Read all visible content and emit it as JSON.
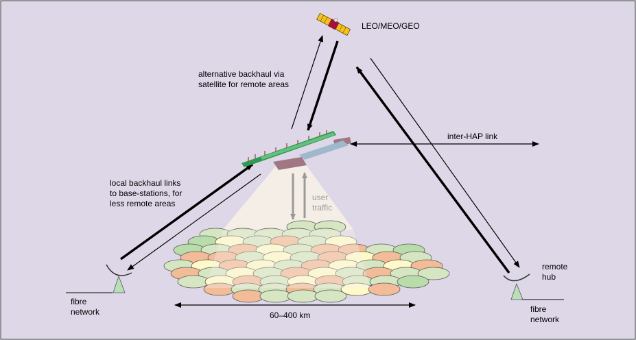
{
  "labels": {
    "satellite": "LEO/MEO/GEO",
    "alt_backhaul": "alternative backhaul via\nsatellite for remote areas",
    "inter_hap": "inter-HAP link",
    "local_backhaul": "local backhaul links\nto base-stations, for\nless remote areas",
    "user_traffic": "user\ntraffic",
    "remote_hub": "remote\nhub",
    "fibre_left": "fibre\nnetwork",
    "fibre_right": "fibre\nnetwork",
    "distance": "60–400 km"
  },
  "icons": {
    "satellite": "satellite-icon",
    "hap": "hap-aircraft-icon",
    "dish": "ground-station-dish-icon"
  },
  "colors": {
    "background": "#ddd7e8",
    "border": "#555555",
    "cell_green": "#d6e6c2",
    "cell_orange": "#f2bc98",
    "cell_yellow": "#fdf9c8",
    "cell_darkgreen": "#b8dcaa",
    "beam": "#f4efe6",
    "aircraft_wing": "#2f9a54",
    "aircraft_tail": "#9fb8cc",
    "aircraft_body": "#a07884",
    "dish_base": "#b9dfb9",
    "satellite_panel": "#f3c21c",
    "satellite_body": "#a3123a",
    "grey_arrow": "#9a9a9a"
  }
}
